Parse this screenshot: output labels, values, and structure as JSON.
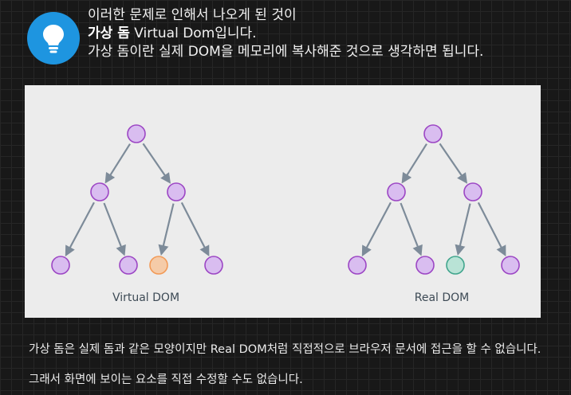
{
  "callout": {
    "line1": "이러한 문제로 인해서 나오게 된 것이",
    "line2_bold": "가상 돔",
    "line2_rest": " Virtual Dom입니다.",
    "line3": "가상 돔이란 실제 DOM을 메모리에 복사해준 것으로 생각하면 됩니다.",
    "icon": "lightbulb-icon",
    "icon_color": "#1e95e0"
  },
  "figure": {
    "left_label": "Virtual DOM",
    "right_label": "Real DOM",
    "node_color": "#d9bdf0",
    "node_stroke": "#9c46c4",
    "highlight_left_fill": "#f5cba8",
    "highlight_left_stroke": "#f29a57",
    "highlight_right_fill": "#b9e3d6",
    "highlight_right_stroke": "#41a58d",
    "edge_color": "#7d8b99"
  },
  "body_text": "가상 돔은 실제 돔과 같은 모양이지만 Real DOM처럼 직접적으로 브라우저 문서에 접근을 할 수 없습니다. 그래서 화면에 보이는 요소를 직접 수정할 수도 없습니다."
}
